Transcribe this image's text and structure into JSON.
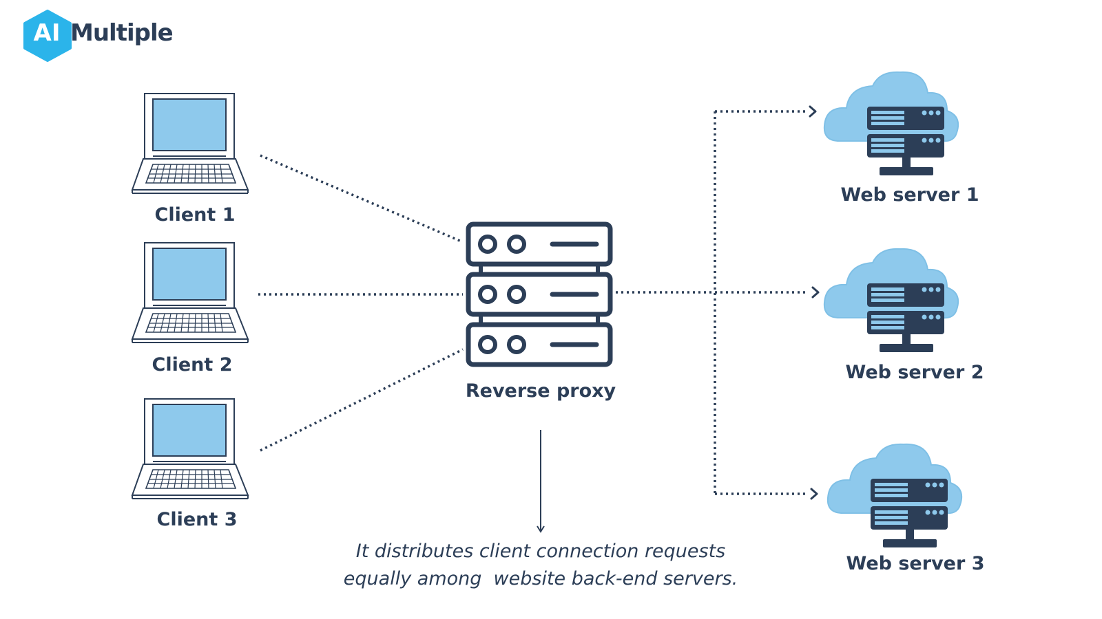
{
  "logo": {
    "mark_text": "AI",
    "word_text": "Multiple"
  },
  "clients": [
    {
      "label": "Client 1"
    },
    {
      "label": "Client 2"
    },
    {
      "label": "Client 3"
    }
  ],
  "proxy": {
    "label": "Reverse proxy"
  },
  "servers": [
    {
      "label": "Web server 1"
    },
    {
      "label": "Web server 2"
    },
    {
      "label": "Web server 3"
    }
  ],
  "caption": "It distributes client connection requests\nequally among  website back-end servers.",
  "colors": {
    "navy": "#2c3e57",
    "cloud": "#8ec9ec",
    "screen": "#8ec9ec",
    "logo_cyan": "#2bb4ea"
  },
  "icons": [
    "laptop-icon",
    "server-rack-icon",
    "cloud-server-icon",
    "arrow-icon"
  ]
}
